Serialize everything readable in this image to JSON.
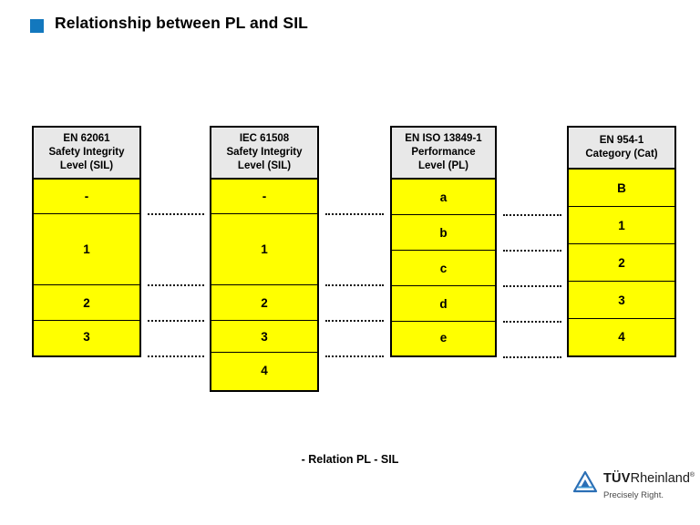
{
  "title": {
    "text": "Relationship between PL and SIL",
    "bullet_color": "#1378be"
  },
  "caption": "- Relation PL - SIL",
  "colors": {
    "cell_fill": "#ffff00",
    "header_fill": "#e8e8e8",
    "border": "#000000",
    "brand_blue": "#1378be"
  },
  "columns": [
    {
      "id": "en-62061",
      "header_lines": [
        "EN 62061",
        "Safety Integrity",
        "Level (SIL)"
      ],
      "cells": [
        "-",
        "1",
        "2",
        "3"
      ]
    },
    {
      "id": "iec-61508",
      "header_lines": [
        "IEC 61508",
        "Safety Integrity",
        "Level (SIL)"
      ],
      "cells": [
        "-",
        "1",
        "2",
        "3",
        "4"
      ]
    },
    {
      "id": "en-iso-13849-1",
      "header_lines": [
        "EN ISO 13849-1",
        "Performance",
        "Level (PL)"
      ],
      "cells": [
        "a",
        "b",
        "c",
        "d",
        "e"
      ]
    },
    {
      "id": "en-954-1",
      "header_lines": [
        "EN 954-1",
        "Category (Cat)"
      ],
      "cells": [
        "B",
        "1",
        "2",
        "3",
        "4"
      ]
    }
  ],
  "logo": {
    "brand_bold": "TÜV",
    "brand_rest": "Rheinland",
    "registered": "®",
    "tagline": "Precisely Right."
  }
}
